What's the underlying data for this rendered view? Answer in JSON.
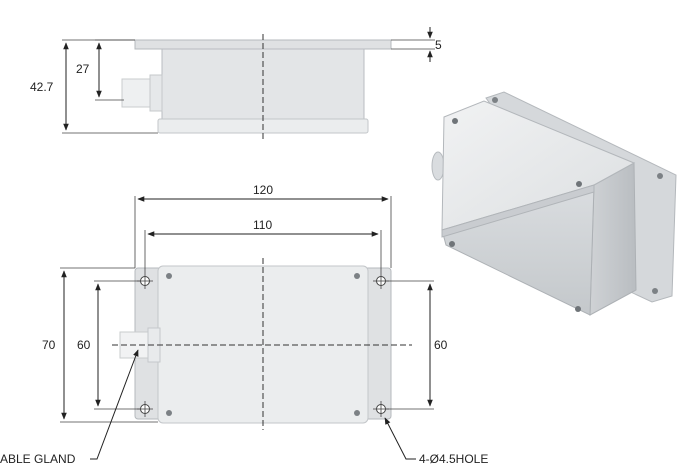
{
  "dimensions": {
    "side_total_height": "42.7",
    "side_body_height": "27",
    "flange_thickness": "5",
    "overall_width": "120",
    "hole_spacing_x": "110",
    "overall_height": "70",
    "hole_spacing_y_left": "60",
    "hole_spacing_y_right": "60"
  },
  "labels": {
    "cable_gland": "ABLE GLAND",
    "holes": "4-Ø4.5HOLE"
  },
  "colors": {
    "enclosure_body": "#e3e5e7",
    "enclosure_lid": "#ebedee",
    "flange": "#dfe1e3",
    "line": "#222222"
  }
}
